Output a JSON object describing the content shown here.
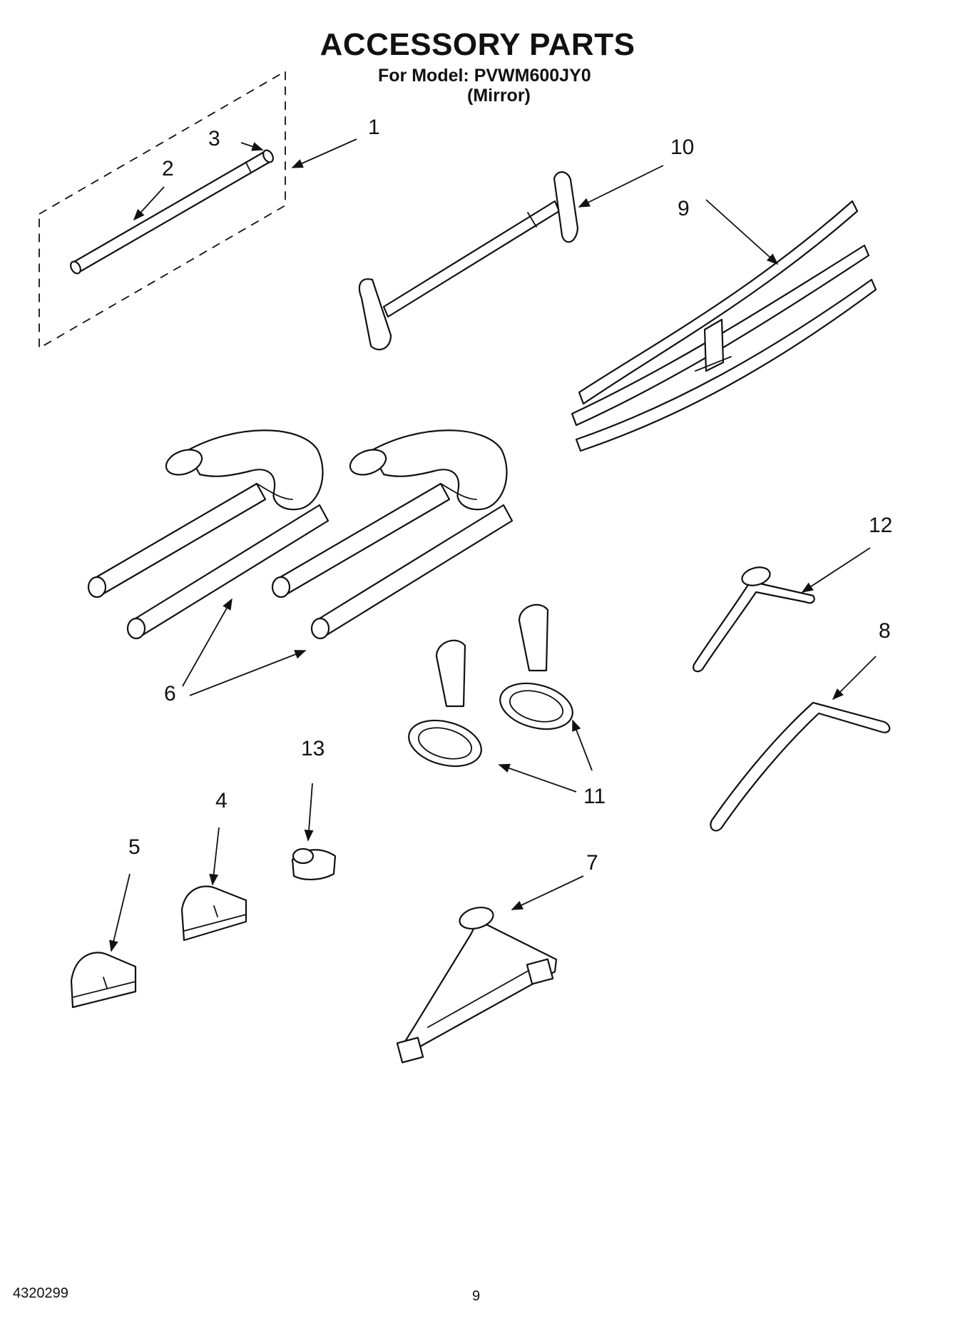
{
  "header": {
    "title": "ACCESSORY PARTS",
    "model_line": "For Model: PVWM600JY0",
    "variant": "(Mirror)"
  },
  "callouts": [
    "1",
    "2",
    "3",
    "4",
    "5",
    "6",
    "7",
    "8",
    "9",
    "10",
    "11",
    "12",
    "13"
  ],
  "footer": {
    "doc_number": "4320299",
    "page_number": "9"
  }
}
